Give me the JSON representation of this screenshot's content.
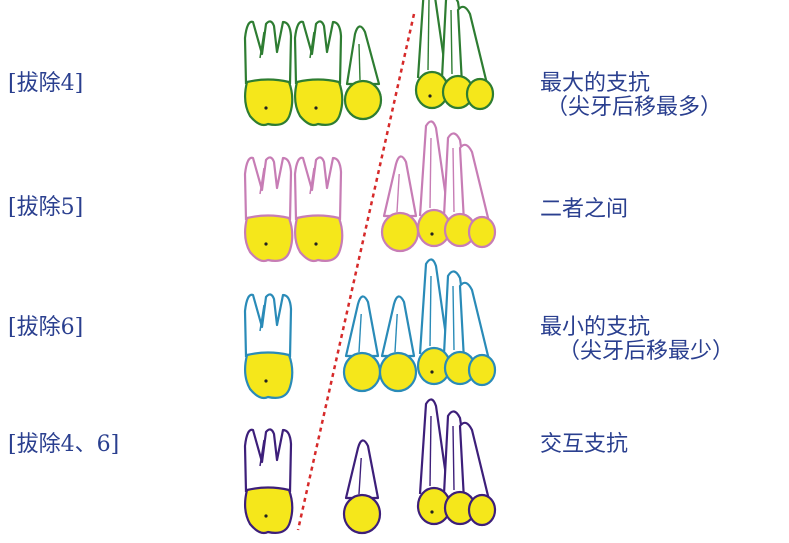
{
  "rows": [
    {
      "label": "[拔除4]",
      "description_line1": "最大的支抗",
      "description_line2": "（尖牙后移最多）",
      "color": "#2e7d32"
    },
    {
      "label": "[拔除5]",
      "description_line1": "二者之间",
      "description_line2": "",
      "color": "#c77db5"
    },
    {
      "label": "[拔除6]",
      "description_line1": "最小的支抗",
      "description_line2": "（尖牙后移最少）",
      "color": "#2a8bb8"
    },
    {
      "label": "[拔除4、6]",
      "description_line1": "交互支抗",
      "description_line2": "",
      "color": "#3d1f7a"
    }
  ],
  "colors": {
    "crown_fill": "#f5e71b",
    "text": "#2a3f8f",
    "extraction_line": "#d62a2a"
  }
}
